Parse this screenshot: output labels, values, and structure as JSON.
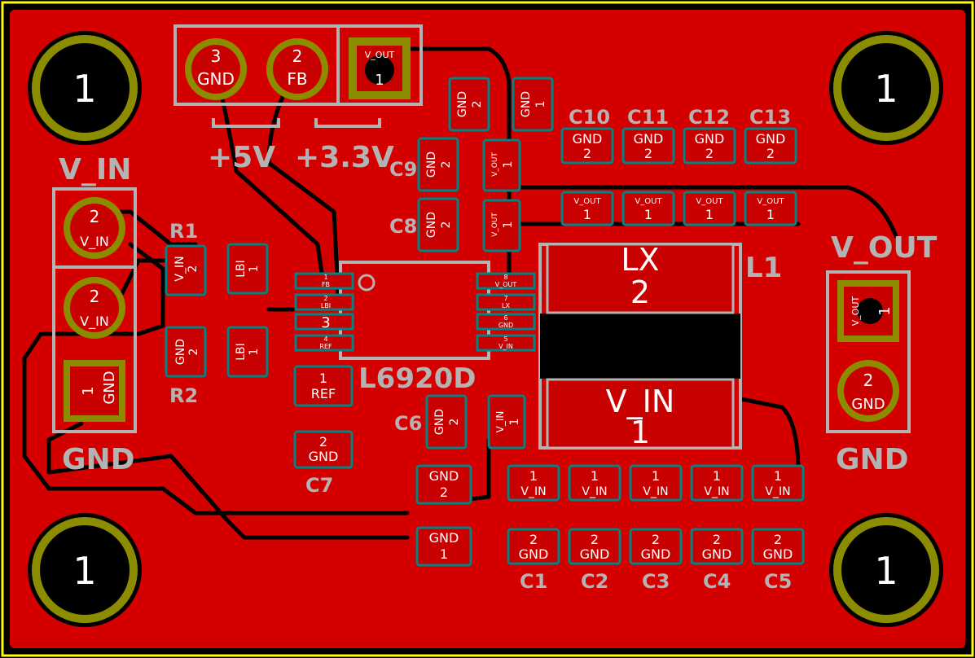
{
  "board": {
    "colors": {
      "copper": "#d40000",
      "edge": "#ffff00",
      "silk": "#b3b3b3",
      "hole_ring": "#8c8c00",
      "trace": "#000000"
    },
    "connectors": {
      "top": {
        "pins": [
          {
            "num": "3",
            "net": "GND"
          },
          {
            "num": "2",
            "net": "FB"
          },
          {
            "num": "1",
            "net": "V_OUT"
          }
        ],
        "jumper_5v": "+5V",
        "jumper_33v": "+3.3V"
      },
      "left": {
        "title": "V_IN",
        "footer": "GND",
        "pins": [
          {
            "num": "2",
            "net": "V_IN"
          },
          {
            "num": "2",
            "net": "V_IN"
          },
          {
            "num": "1",
            "net": "GND"
          }
        ]
      },
      "right": {
        "title": "V_OUT",
        "footer": "GND",
        "pins": [
          {
            "num": "1",
            "net": "V_OUT"
          },
          {
            "num": "2",
            "net": "GND"
          }
        ]
      }
    },
    "mount_holes": {
      "label": "1"
    },
    "refs": {
      "R1": "R1",
      "R2": "R2",
      "C1": "C1",
      "C2": "C2",
      "C3": "C3",
      "C4": "C4",
      "C5": "C5",
      "C6": "C6",
      "C7": "C7",
      "C8": "C8",
      "C9": "C9",
      "C10": "C10",
      "C11": "C11",
      "C12": "C12",
      "C13": "C13",
      "L1": "L1",
      "U1": "L6920D"
    },
    "inductor": {
      "top_net": "LX",
      "top_num": "2",
      "bot_net": "V_IN",
      "bot_num": "1"
    },
    "ic_pins": {
      "left": [
        {
          "num": "1",
          "net": "FB"
        },
        {
          "num": "2",
          "net": "LBI"
        },
        {
          "num": "3",
          "net": ""
        },
        {
          "num": "4",
          "net": "REF"
        }
      ],
      "right": [
        {
          "num": "8",
          "net": "V_OUT"
        },
        {
          "num": "7",
          "net": "LX"
        },
        {
          "num": "6",
          "net": "GND"
        },
        {
          "num": "5",
          "net": "V_IN"
        }
      ]
    },
    "pad_text": {
      "gnd": "GND",
      "vin": "V_IN",
      "vout": "V_OUT",
      "lbi": "LBI",
      "ref": "REF",
      "one": "1",
      "two": "2"
    }
  }
}
